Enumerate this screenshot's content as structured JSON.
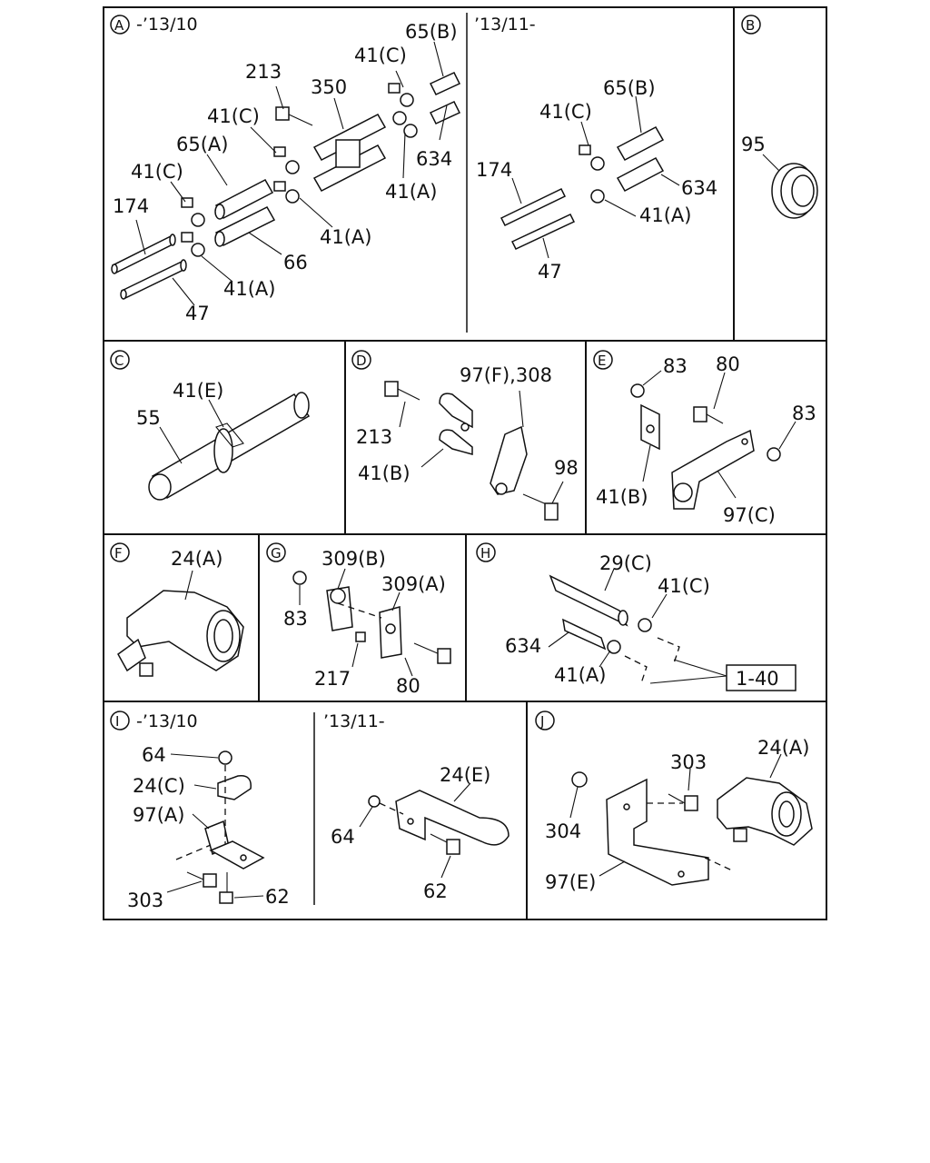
{
  "panels": {
    "A": {
      "letter": "A",
      "range_left": "-’13/10",
      "range_right": "’13/11-",
      "labels": [
        "65(B)",
        "41(C)",
        "213",
        "350",
        "41(C)",
        "65(A)",
        "41(C)",
        "634",
        "174",
        "41(A)",
        "41(A)",
        "66",
        "41(A)",
        "47"
      ],
      "labels_right": [
        "65(B)",
        "41(C)",
        "174",
        "634",
        "41(A)",
        "47"
      ]
    },
    "B": {
      "letter": "B",
      "labels": [
        "95"
      ]
    },
    "C": {
      "letter": "C",
      "labels": [
        "41(E)",
        "55"
      ]
    },
    "D": {
      "letter": "D",
      "labels": [
        "97(F),308",
        "213",
        "41(B)",
        "98"
      ]
    },
    "E": {
      "letter": "E",
      "labels": [
        "83",
        "80",
        "83",
        "41(B)",
        "97(C)"
      ]
    },
    "F": {
      "letter": "F",
      "labels": [
        "24(A)"
      ]
    },
    "G": {
      "letter": "G",
      "labels": [
        "309(B)",
        "309(A)",
        "83",
        "217",
        "80"
      ]
    },
    "H": {
      "letter": "H",
      "labels": [
        "29(C)",
        "41(C)",
        "634",
        "41(A)"
      ],
      "ref_box": "1-40"
    },
    "I": {
      "letter": "I",
      "range_left": "-’13/10",
      "range_right": "’13/11-",
      "labels": [
        "64",
        "24(C)",
        "97(A)",
        "303",
        "62"
      ],
      "labels_right": [
        "24(E)",
        "64",
        "62"
      ]
    },
    "J": {
      "letter": "J",
      "labels": [
        "303",
        "24(A)",
        "304",
        "97(E)"
      ]
    }
  }
}
